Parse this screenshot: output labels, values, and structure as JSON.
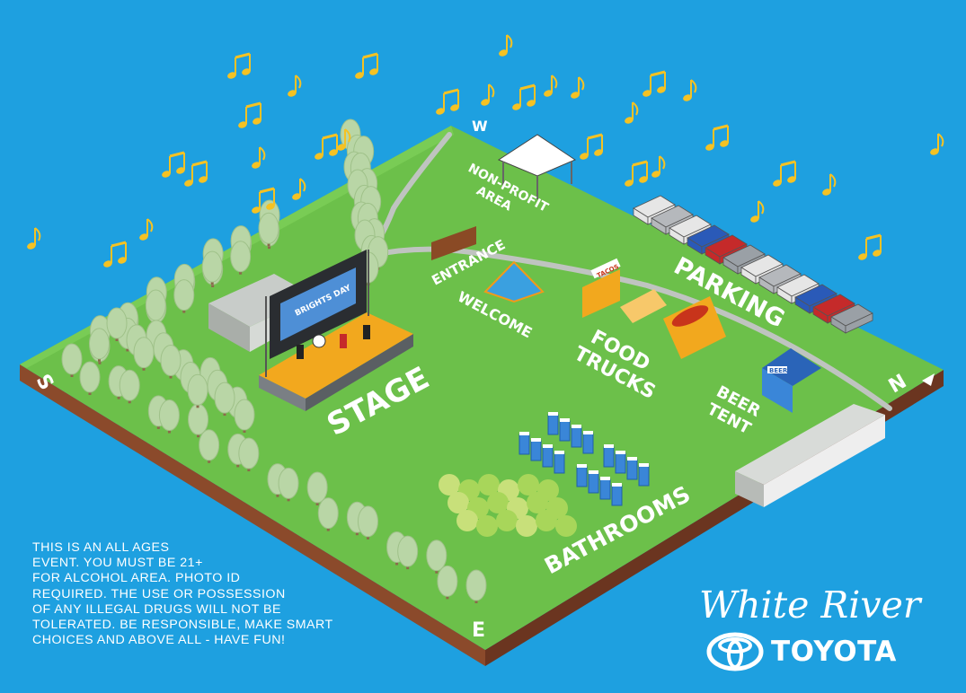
{
  "compass": {
    "north": "N",
    "south": "S",
    "east": "E",
    "west": "W"
  },
  "areas": {
    "non_profit": [
      "NON-PROFIT",
      "AREA"
    ],
    "entrance": "ENTRANCE",
    "welcome": "WELCOME",
    "parking": "PARKING",
    "food_trucks": [
      "FOOD",
      "TRUCKS"
    ],
    "beer_tent": [
      "BEER",
      "TENT"
    ],
    "stage": "STAGE",
    "bathrooms": "BATHROOMS"
  },
  "signage": {
    "tacos": "TACOS",
    "beer": "BEER",
    "screen": "BRIGHTS DAY"
  },
  "notice_lines": [
    "THIS  IS  AN  ALL  AGES",
    "EVENT.  YOU  MUST  BE  21+",
    "FOR ALCOHOL AREA. PHOTO ID",
    "REQUIRED. THE USE OR POSSESSION",
    "OF  ANY  ILLEGAL  DRUGS  WILL  NOT  BE",
    "TOLERATED. BE RESPONSIBLE, MAKE SMART",
    "CHOICES AND ABOVE ALL - HAVE FUN!"
  ],
  "sponsor": {
    "dealer": "White River",
    "brand": "TOYOTA",
    "logo_icon": "toyota-logo-icon"
  },
  "colors": {
    "background": "#1ea0e0",
    "grass": "#6cc04a",
    "soil": "#8b4a2b",
    "trees": "#b9d6a6",
    "notes": "#f5c223",
    "text": "#ffffff"
  },
  "icons": {
    "music": "music-note-icon",
    "tree": "tree-icon",
    "car": "car-icon",
    "restroom": "portable-toilet-icon",
    "tent": "tent-icon"
  }
}
